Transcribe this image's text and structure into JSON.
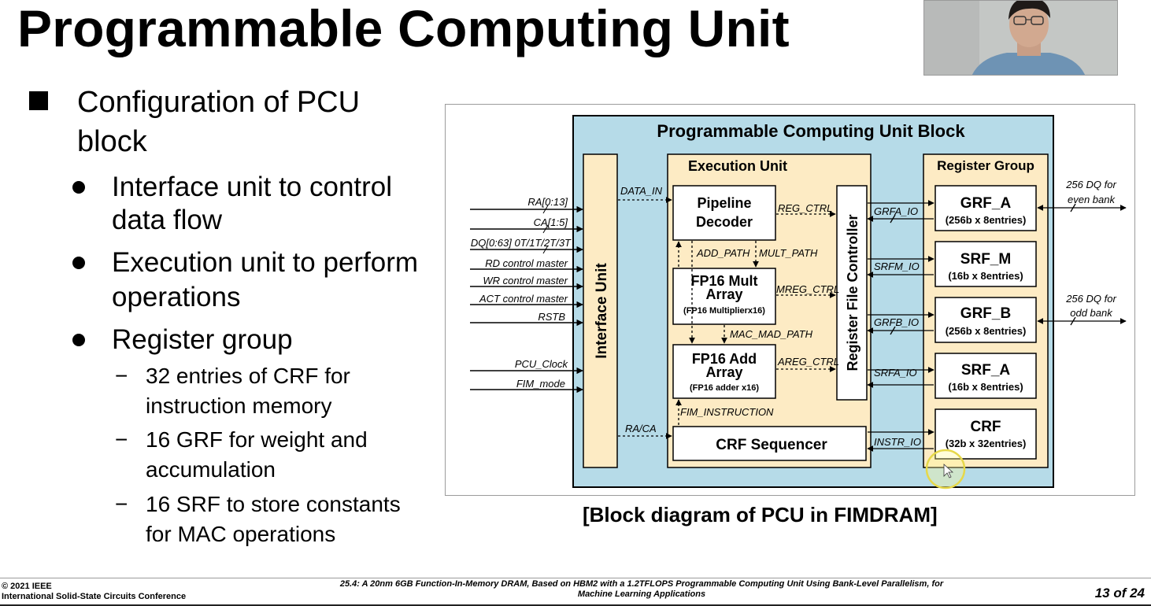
{
  "slide": {
    "title": "Programmable Computing Unit",
    "page_indicator": "13 of 24"
  },
  "bullets": {
    "main": {
      "line1": "Configuration of PCU",
      "line2": "block"
    },
    "items": [
      {
        "line1": "Interface unit to control",
        "line2": "data flow"
      },
      {
        "line1": "Execution unit to perform",
        "line2": "operations"
      },
      {
        "line1": "Register group"
      }
    ],
    "sub_items": [
      {
        "line1": "32 entries of CRF for",
        "line2": "instruction memory"
      },
      {
        "line1": "16 GRF for weight and",
        "line2": "accumulation"
      },
      {
        "line1": "16 SRF to store constants",
        "line2": "for MAC operations"
      }
    ]
  },
  "diagram": {
    "block_title": "Programmable Computing Unit Block",
    "interface_unit": "Interface Unit",
    "execution_unit": "Execution Unit",
    "register_group": "Register Group",
    "register_file_controller": "Register File Controller",
    "pipeline_decoder": {
      "line1": "Pipeline",
      "line2": "Decoder"
    },
    "fp16_mult": {
      "line1": "FP16 Mult",
      "line2": "Array",
      "line3": "(FP16 Multiplierx16)"
    },
    "fp16_add": {
      "line1": "FP16 Add",
      "line2": "Array",
      "line3": "(FP16 adder x16)"
    },
    "crf_sequencer": "CRF Sequencer",
    "registers": [
      {
        "name": "GRF_A",
        "spec": "(256b x 8entries)",
        "io": "GRFA_IO"
      },
      {
        "name": "SRF_M",
        "spec": "(16b x 8entries)",
        "io": "SRFM_IO"
      },
      {
        "name": "GRF_B",
        "spec": "(256b x 8entries)",
        "io": "GRFB_IO"
      },
      {
        "name": "SRF_A",
        "spec": "(16b x 8entries)",
        "io": "SRFA_IO"
      },
      {
        "name": "CRF",
        "spec": "(32b x 32entries)",
        "io": "INSTR_IO"
      }
    ],
    "inputs": [
      "RA[0:13]",
      "CA[1:5]",
      "DQ[0:63] 0T/1T/2T/3T",
      "RD control master",
      "WR control master",
      "ACT control master",
      "RSTB",
      "PCU_Clock",
      "FIM_mode"
    ],
    "signals": {
      "data_in": "DATA_IN",
      "ra_ca": "RA/CA",
      "reg_ctrl": "REG_CTRL",
      "mreg_ctrl": "MREG_CTRL",
      "areg_ctrl": "AREG_CTRL",
      "add_path": "ADD_PATH",
      "mult_path": "MULT_PATH",
      "mac_mad_path": "MAC_MAD_PATH",
      "fim_instruction": "FIM_INSTRUCTION"
    },
    "dq_even": {
      "line1": "256 DQ for",
      "line2": "even bank"
    },
    "dq_odd": {
      "line1": "256 DQ for",
      "line2": "odd bank"
    },
    "caption": "[Block diagram of PCU in FIMDRAM]",
    "colors": {
      "outer_fill": "#b6dbe8",
      "inner_fill": "#fdebc4",
      "stroke": "#000000"
    }
  },
  "footer": {
    "copyright": "© 2021 IEEE",
    "conference": "International Solid-State Circuits Conference",
    "paper_line1": "25.4: A 20nm 6GB Function-In-Memory DRAM, Based on HBM2 with a 1.2TFLOPS Programmable Computing Unit Using Bank-Level Parallelism, for",
    "paper_line2": "Machine Learning Applications"
  }
}
